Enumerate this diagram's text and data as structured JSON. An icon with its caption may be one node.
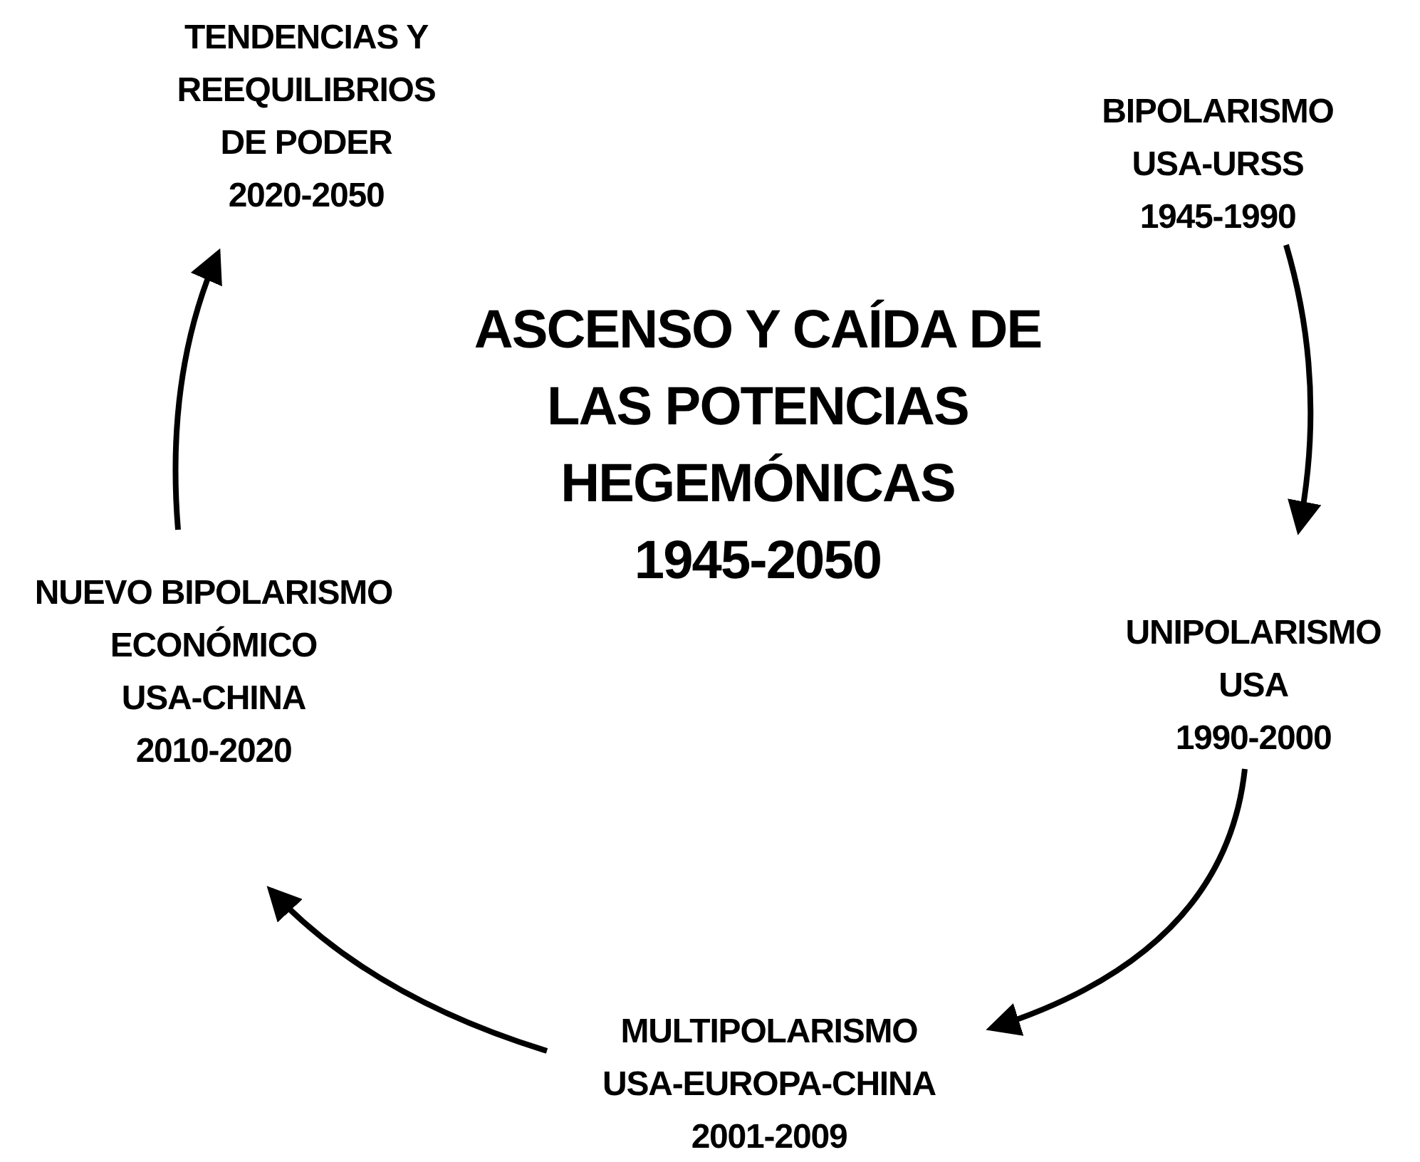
{
  "diagram": {
    "title": "ASCENSO Y CAÍDA DE LAS POTENCIAS HEGEMÓNICAS 1945-2050",
    "nodes": [
      {
        "text": [
          "BIPOLARISMO",
          "USA-URSS",
          "1945-1990"
        ]
      },
      {
        "text": [
          "UNIPOLARISMO",
          "USA",
          "1990-2000"
        ]
      },
      {
        "text": [
          "MULTIPOLARISMO",
          "USA-EUROPA-CHINA",
          "2001-2009"
        ]
      },
      {
        "text": [
          "NUEVO BIPOLARISMO",
          "ECONÓMICO",
          "USA-CHINA",
          "2010-2020"
        ]
      },
      {
        "text": [
          "TENDENCIAS Y",
          "REEQUILIBRIOS",
          "DE PODER",
          "2020-2050"
        ]
      }
    ],
    "edges": [
      {
        "from": 0,
        "to": 1,
        "arrow": "to"
      },
      {
        "from": 1,
        "to": 2,
        "arrow": "to"
      },
      {
        "from": 2,
        "to": 3,
        "arrow": "to"
      },
      {
        "from": 3,
        "to": 4,
        "arrow": "to"
      }
    ]
  }
}
